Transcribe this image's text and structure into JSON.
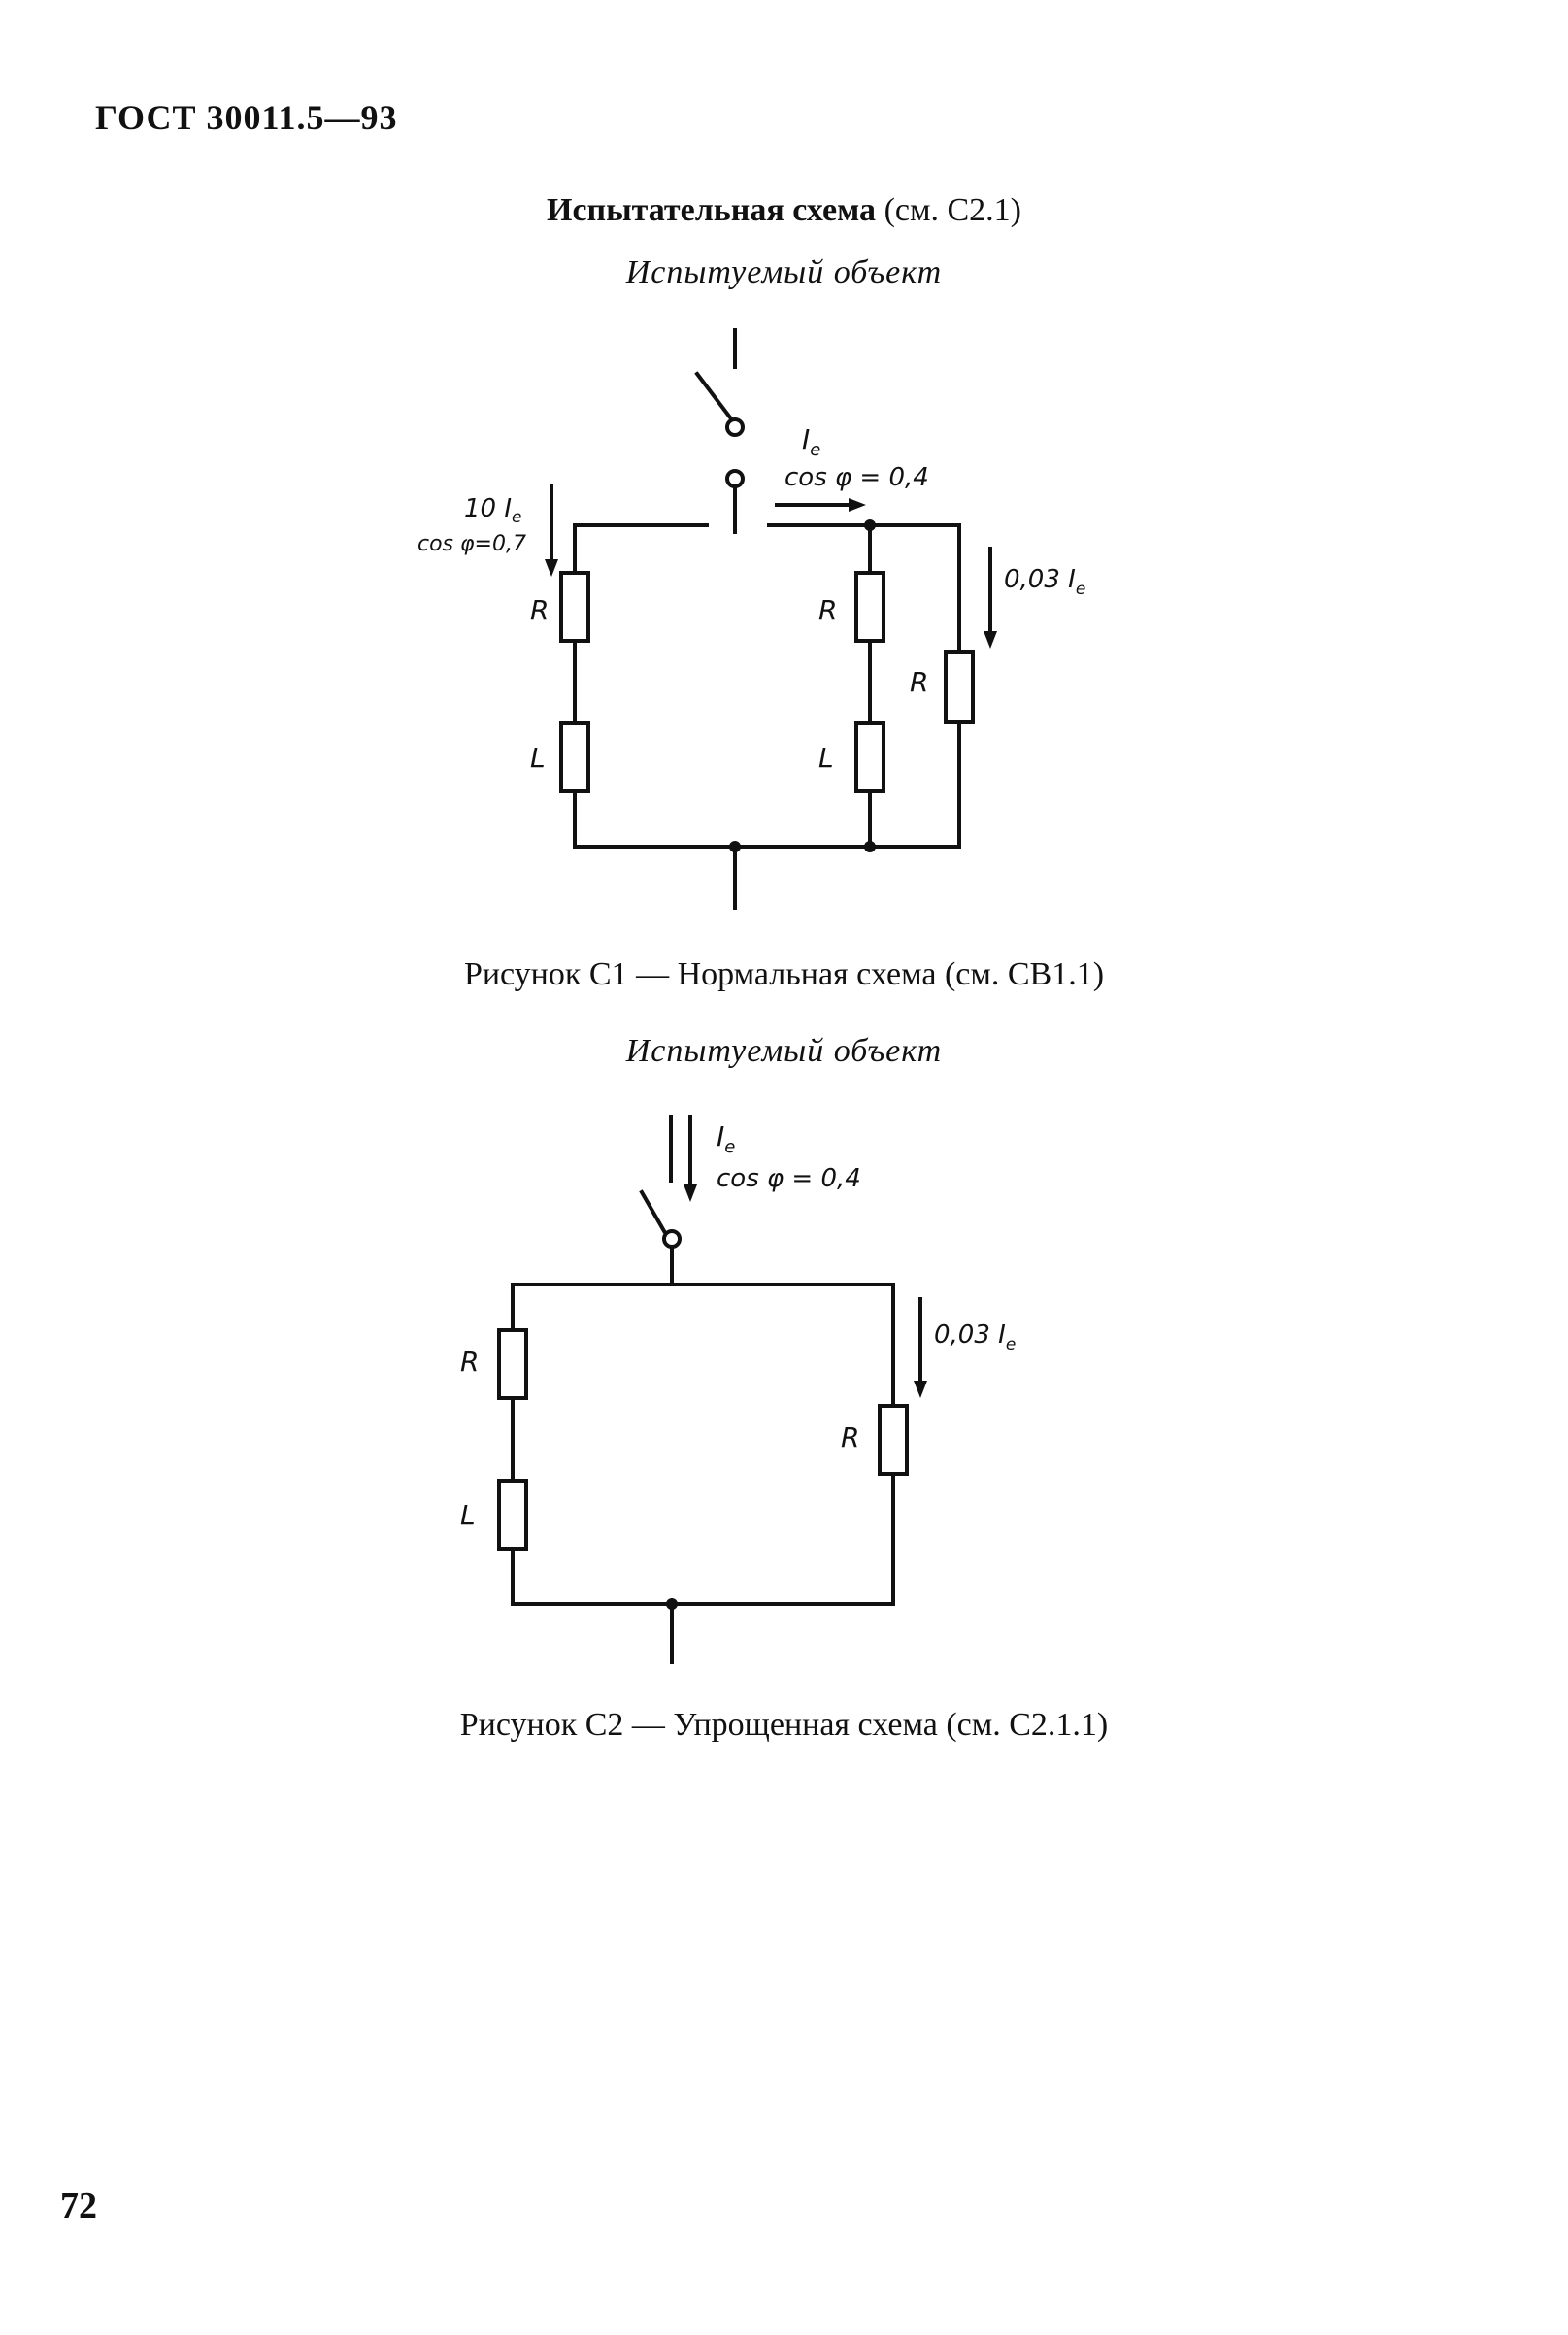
{
  "header": {
    "standard": "ГОСТ 30011.5—93"
  },
  "section": {
    "title_bold": "Испытательная схема",
    "title_ref": " (см. С2.1)"
  },
  "figure1": {
    "object_label": "Испытуемый объект",
    "current_main": "I",
    "current_main_sub": "e",
    "cos_main": "cos φ = 0,4",
    "current_left": "10 I",
    "current_left_sub": "e",
    "cos_left": "cos φ=0,7",
    "current_right": "0,03 I",
    "current_right_sub": "e",
    "label_R_left": "R",
    "label_L_left": "L",
    "label_R_mid": "R",
    "label_L_mid": "L",
    "label_R_right": "R",
    "caption": "Рисунок С1 — Нормальная схема (см. СВ1.1)"
  },
  "figure2": {
    "object_label": "Испытуемый объект",
    "current_main": "I",
    "current_main_sub": "e",
    "cos_main": "cos φ = 0,4",
    "current_right": "0,03 I",
    "current_right_sub": "e",
    "label_R_left": "R",
    "label_L_left": "L",
    "label_R_right": "R",
    "caption": "Рисунок С2 — Упрощенная схема (см. С2.1.1)"
  },
  "page": {
    "number": "72"
  }
}
